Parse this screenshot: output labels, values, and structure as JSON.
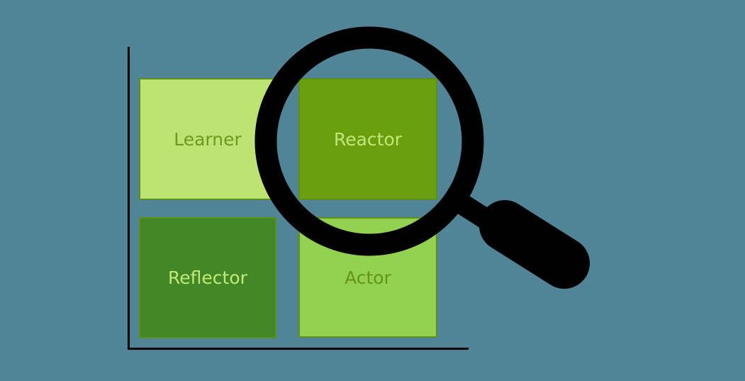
{
  "background_color": "#518496",
  "quadrants": [
    {
      "label": "Learner",
      "fill": "#bde372",
      "text_color": "#6a9a1e"
    },
    {
      "label": "Reactor",
      "fill": "#6c9f0d",
      "text_color": "#c1e77c"
    },
    {
      "label": "Reflector",
      "fill": "#438727",
      "text_color": "#c0ea77"
    },
    {
      "label": "Actor",
      "fill": "#92d250",
      "text_color": "#64931c"
    }
  ],
  "icons": {
    "magnifier": "magnifying-glass-icon"
  },
  "colors": {
    "axis": "#000000",
    "magnifier": "#000000",
    "box_border": "#5d8f1c"
  }
}
